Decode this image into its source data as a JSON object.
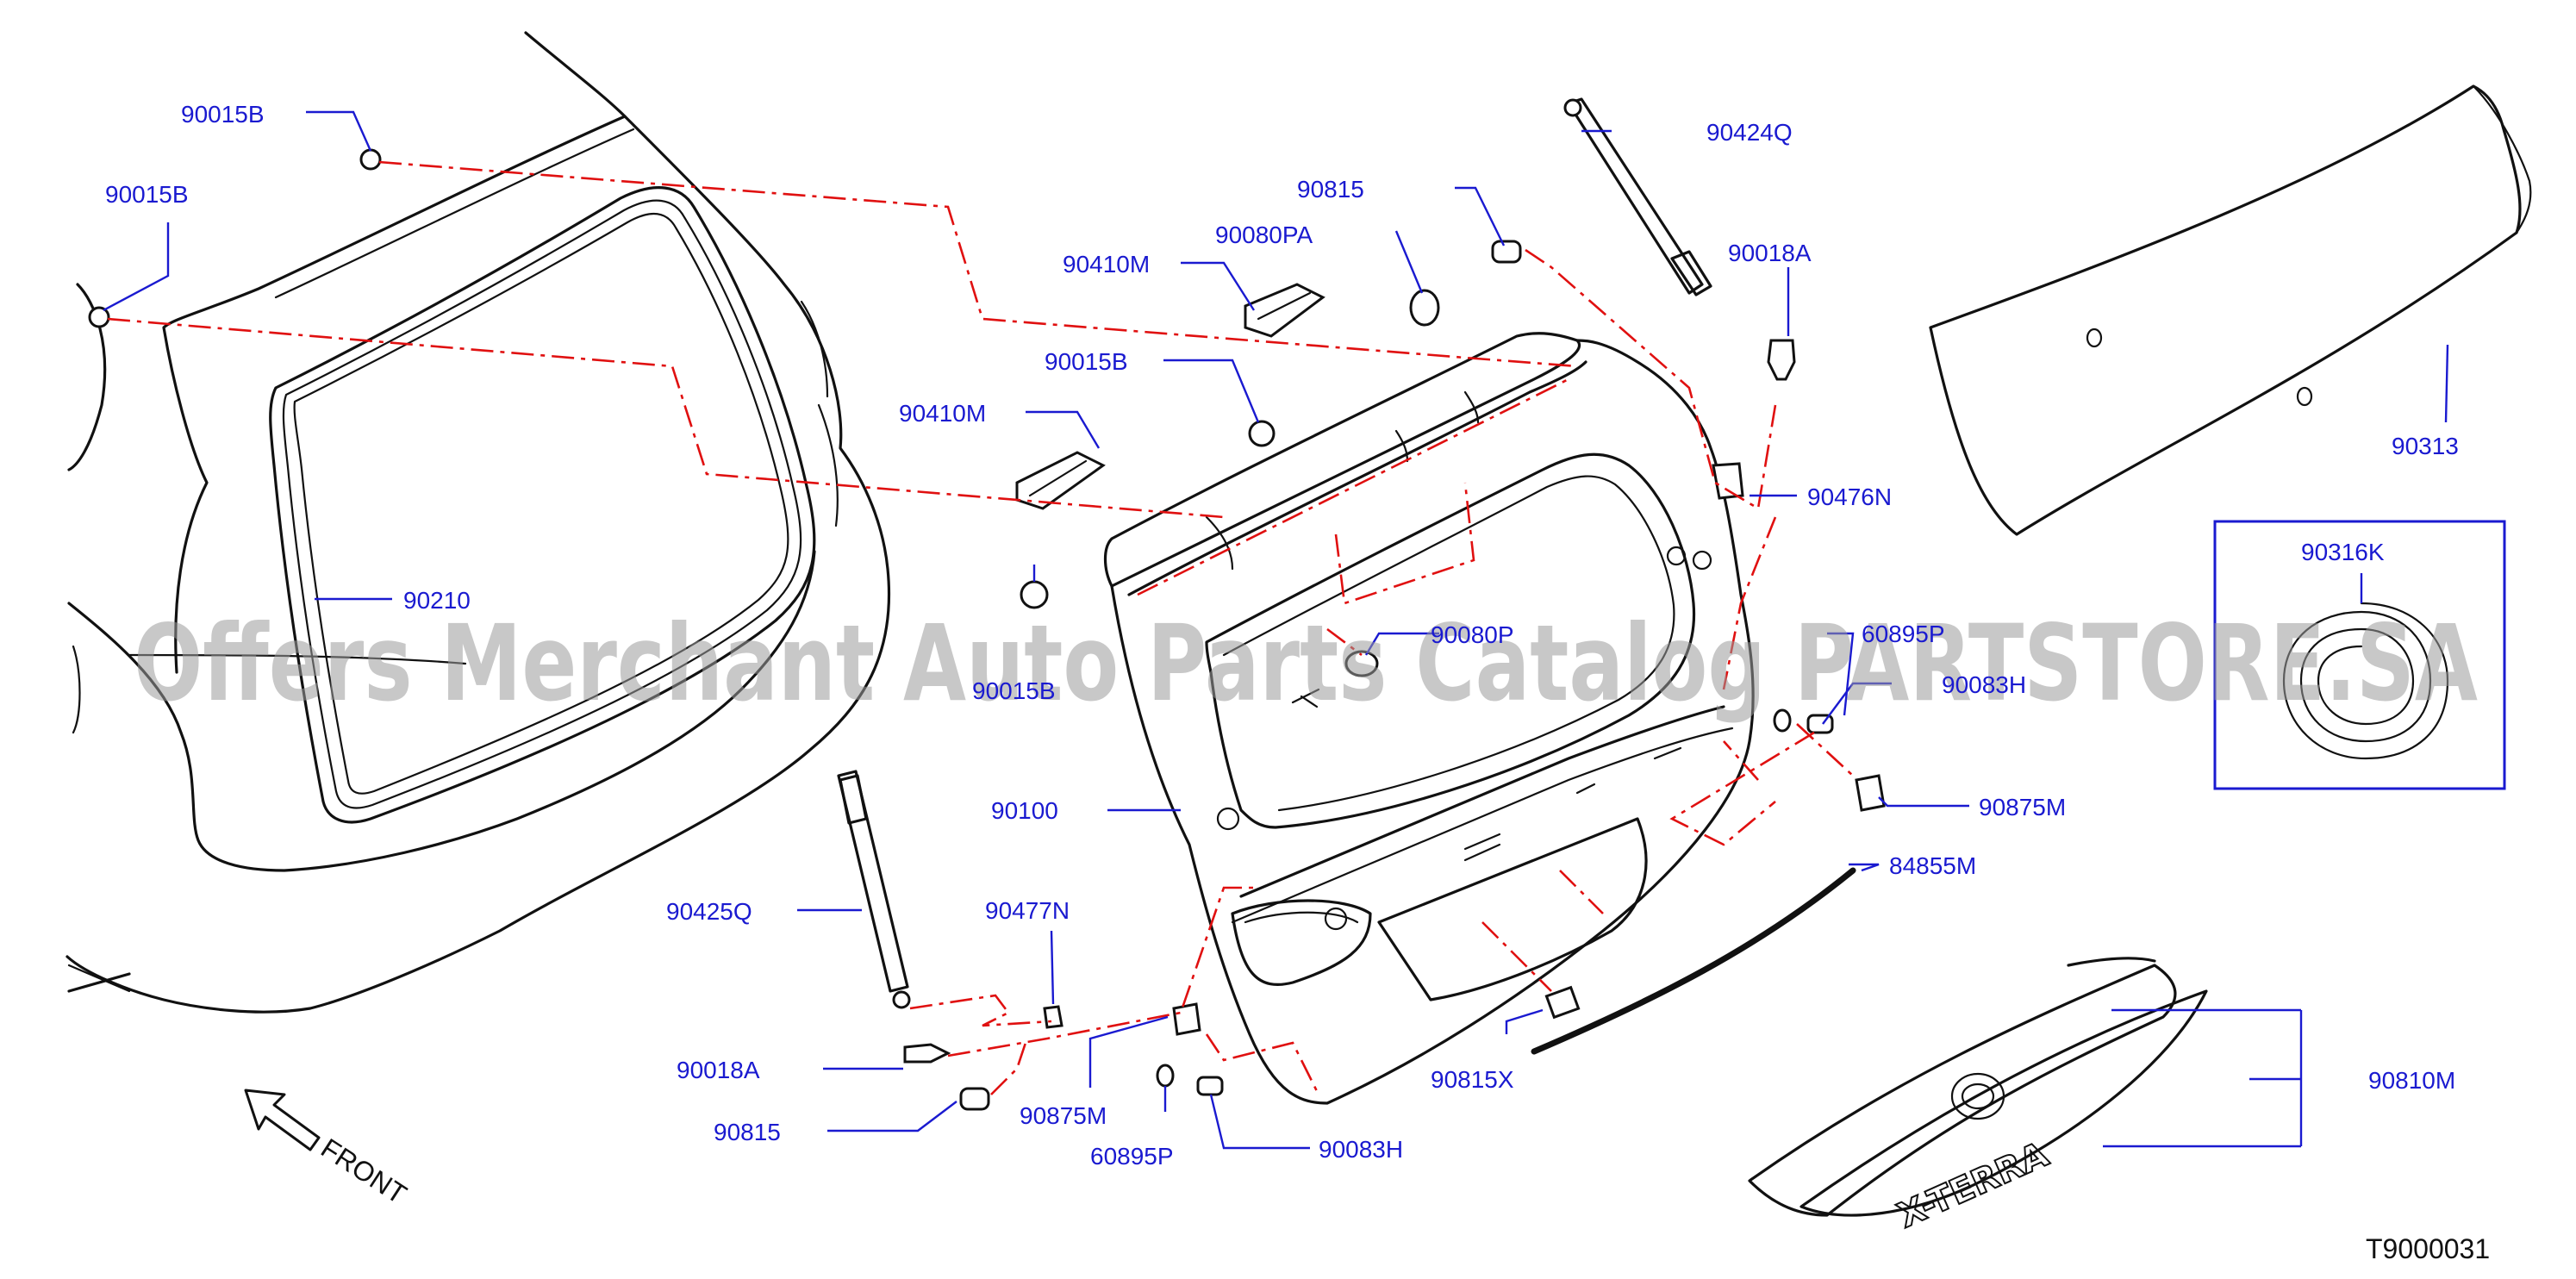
{
  "labels": {
    "p90015B_a": "90015B",
    "p90015B_b": "90015B",
    "p90015B_c": "90015B",
    "p90015B_d": "90015B",
    "p90410M_a": "90410M",
    "p90410M_b": "90410M",
    "p90080PA": "90080PA",
    "p90815_a": "90815",
    "p90815_b": "90815",
    "p90424Q": "90424Q",
    "p90018A_a": "90018A",
    "p90018A_b": "90018A",
    "p90476N": "90476N",
    "p90313": "90313",
    "p90316K": "90316K",
    "p90210": "90210",
    "p90080P": "90080P",
    "p60895P_a": "60895P",
    "p60895P_b": "60895P",
    "p90083H_a": "90083H",
    "p90083H_b": "90083H",
    "p90875M_a": "90875M",
    "p90875M_b": "90875M",
    "p84855M": "84855M",
    "p90100": "90100",
    "p90425Q": "90425Q",
    "p90477N": "90477N",
    "p90815X": "90815X",
    "p90810M": "90810M"
  },
  "front_label": "FRONT",
  "diagram_code": "T9000031",
  "emblem_text": "X-TERRA",
  "watermark": "Offers Merchant Auto Parts Catalog PARTSTORE.SA",
  "colors": {
    "label": "#1a1ad0",
    "centerline": "#e01010",
    "outline": "#111111",
    "watermark": "#9a9a9a"
  },
  "icons": [
    "front-arrow-icon"
  ]
}
